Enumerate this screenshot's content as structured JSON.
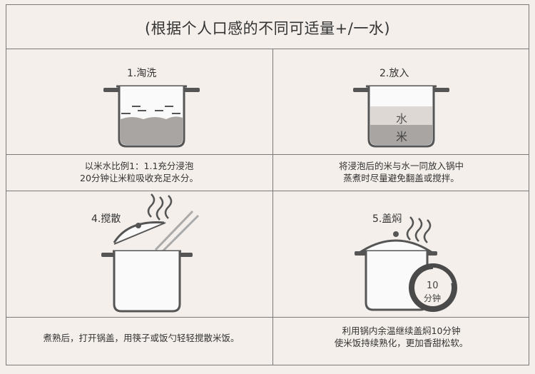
{
  "title": "(根据个人口感的不同可适量+/一水)",
  "steps": [
    {
      "label": "1.淘洗",
      "caption_lines": [
        "以米水比例1：1.1充分浸泡",
        "20分钟让米粒吸收充足水分。"
      ]
    },
    {
      "label": "2.放入",
      "caption_lines": [
        "将浸泡后的米与水一同放入锅中",
        "蒸煮时尽量避免翻盖或搅拌。"
      ],
      "pot_layers": {
        "top": "水",
        "bottom": "米"
      }
    },
    {
      "label": "4.搅散",
      "caption_lines": [
        "煮熟后，打开锅盖，用筷子或饭勺轻轻搅散米饭。"
      ]
    },
    {
      "label": "5.盖焖",
      "caption_lines": [
        "利用锅内余温继续盖焖10分钟",
        "使米饭持续熟化，更加香甜松软。"
      ],
      "timer": {
        "value": "10",
        "unit": "分钟"
      }
    }
  ],
  "colors": {
    "line": "#7a7a7a",
    "background": "#f4efea",
    "water": "#ddd8d4",
    "rice": "#a9a5a2",
    "timer_fill": "#4a4a4a"
  }
}
